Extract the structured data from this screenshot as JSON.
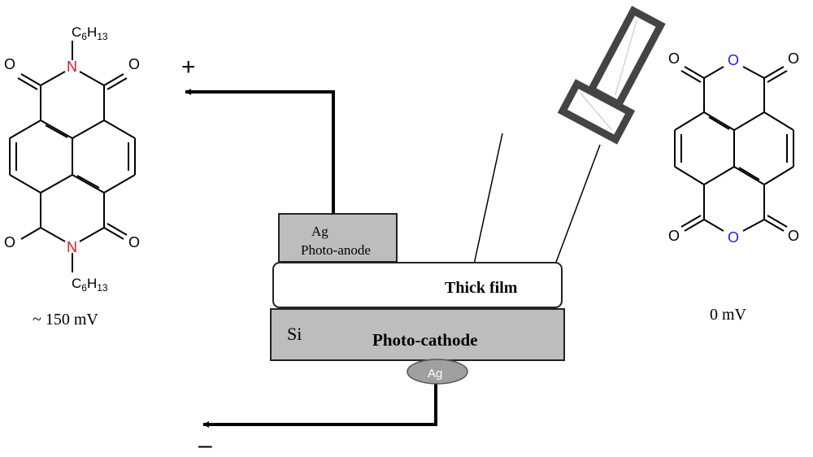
{
  "left_molecule": {
    "substituent_top": "C6H13",
    "substituent_bottom": "C6H13",
    "atoms": {
      "n": "N",
      "o": "O"
    },
    "potential": "~ 150 mV"
  },
  "right_molecule": {
    "atoms": {
      "o": "O"
    },
    "potential": "0 mV"
  },
  "device": {
    "anode_label_1": "Ag",
    "anode_label_2": "Photo-anode",
    "film_label": "Thick film",
    "substrate_label": "Si",
    "cathode_label": "Photo-cathode",
    "contact_label": "Ag"
  },
  "terminals": {
    "plus": "+",
    "minus": "–"
  },
  "colors": {
    "nitrogen": "#e8141c",
    "ring_oxygen": "#1c22ee",
    "layer_gray": "#bdbdbd",
    "contact_gray": "#a0a0a0"
  }
}
